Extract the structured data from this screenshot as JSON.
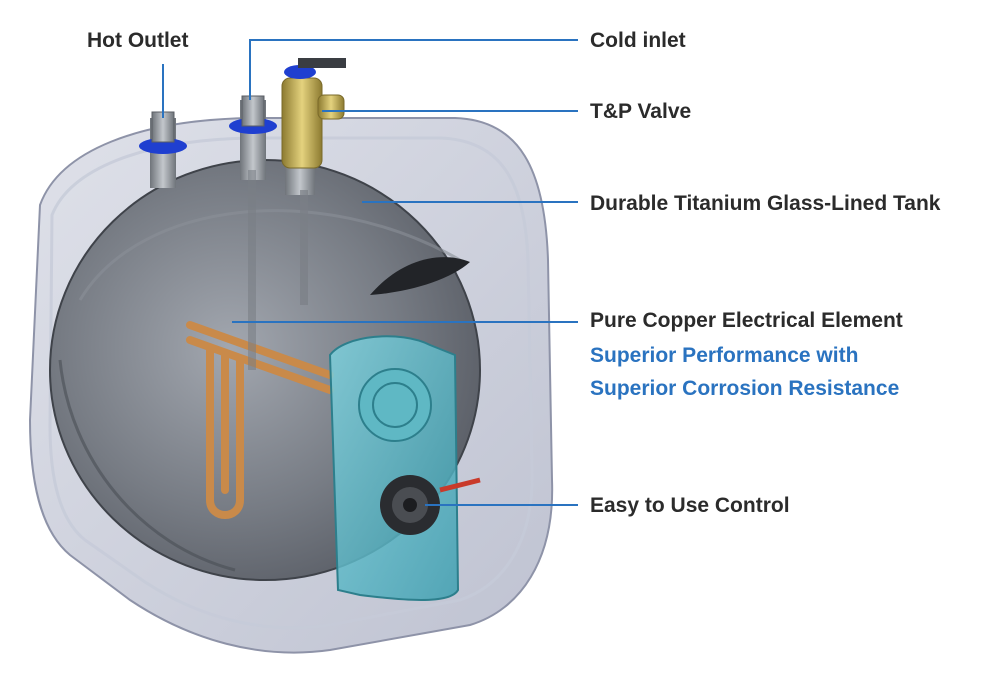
{
  "labels": {
    "hot_outlet": "Hot Outlet",
    "cold_inlet": "Cold inlet",
    "tp_valve": "T&P Valve",
    "tank": "Durable Titanium Glass-Lined Tank",
    "element": "Pure Copper Electrical Element",
    "element_sub1": "Superior Performance with",
    "element_sub2": "Superior Corrosion Resistance",
    "control": "Easy to Use Control"
  },
  "colors": {
    "label_text": "#2b2b2b",
    "accent_text": "#2a73c0",
    "leader_line": "#2a73c0",
    "housing": "#b9bed0",
    "tank": "#6b7078",
    "copper": "#c98a4a",
    "brass": "#c9b25a",
    "gasket": "#1f3fd0",
    "control_panel": "#4fb6c6"
  }
}
